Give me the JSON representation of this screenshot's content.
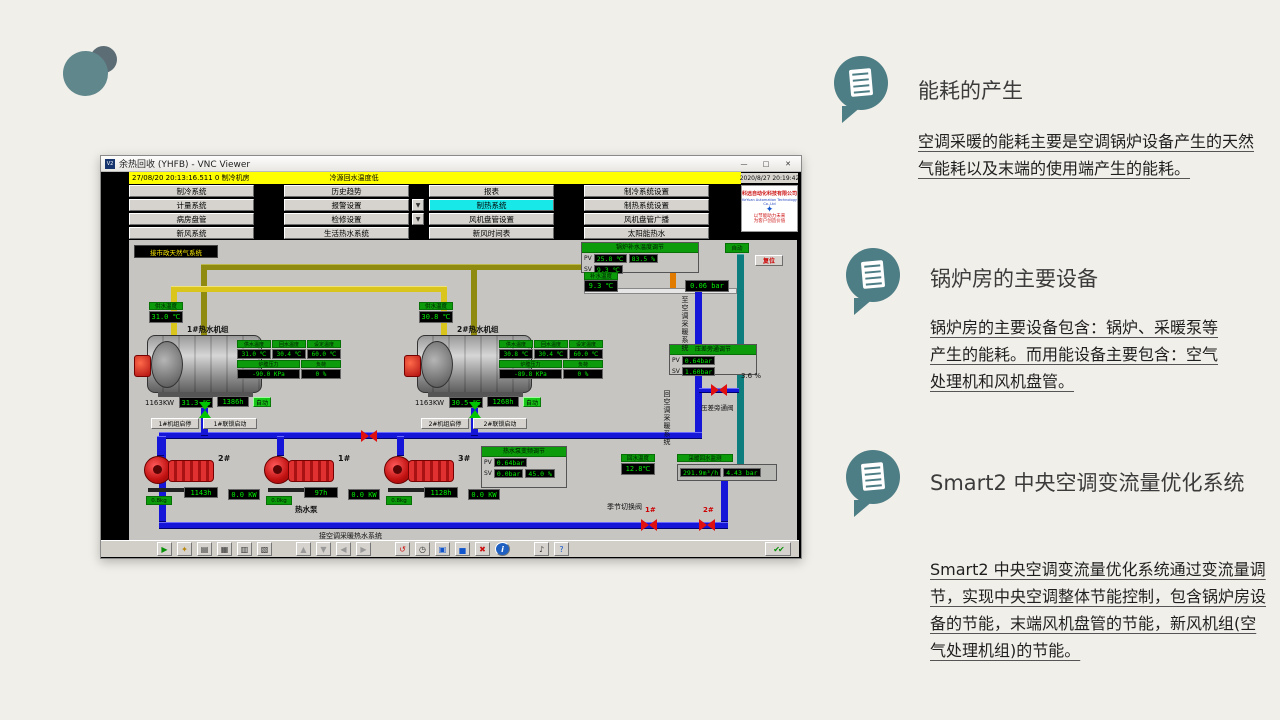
{
  "window": {
    "icon": "V2",
    "title": "余热回收 (YHFB) - VNC Viewer",
    "controls": {
      "minimize": "—",
      "maximize": "□",
      "close": "✕"
    },
    "alarm": {
      "text": "27/08/20 20:13:16.511 0   制冷机房",
      "message": "冷源回水温度低"
    },
    "datetime": "2020/8/27 20:19:42",
    "logo": {
      "company": "科远自动化科技有限公司",
      "english": "KeYuan Automation Technology Co.,Ltd",
      "mark": "✦",
      "slogan1": "以节能助力未来",
      "slogan2": "为客户创造价值"
    },
    "menu": {
      "items": [
        {
          "label": "制冷系统"
        },
        {
          "label": "历史趋势"
        },
        {
          "label": "报表"
        },
        {
          "label": "制冷系统设置"
        },
        {
          "label": "计量系统"
        },
        {
          "label": "报警设置"
        },
        {
          "label": "制热系统"
        },
        {
          "label": "制热系统设置"
        },
        {
          "label": "病房盘管"
        },
        {
          "label": "检修设置"
        },
        {
          "label": "风机盘管设置"
        },
        {
          "label": "风机盘管广播"
        },
        {
          "label": "新风系统"
        },
        {
          "label": "生活热水系统"
        },
        {
          "label": "新风时间表"
        },
        {
          "label": "太阳能热水"
        }
      ],
      "mini1": "▼",
      "mini2": "▼"
    },
    "scada": {
      "gas_label": "接市政天然气系统",
      "uh": {
        "h1": "供水温度",
        "h2": "回水温度",
        "h3": "设定温度",
        "h4": "炉膛压力",
        "h5": "负荷"
      },
      "units": [
        {
          "name": "1#热水机组",
          "supply_label": "供水温度",
          "supply": "31.0 ℃",
          "t1": "31.0 ℃",
          "t2": "30.4 ℃",
          "t3": "60.0 ℃",
          "press": "-90.0 KPa",
          "load": "0 %",
          "power": "1163KW",
          "out_temp": "31.3 ℃",
          "hours": "1386h",
          "auto": "自动",
          "btn_a": "1#机组启停",
          "btn_b": "1#联锁启动"
        },
        {
          "name": "2#热水机组",
          "supply_label": "供水温度",
          "supply": "30.8 ℃",
          "t1": "30.8 ℃",
          "t2": "30.4 ℃",
          "t3": "60.0 ℃",
          "press": "-89.8 KPa",
          "load": "0 %",
          "power": "1163KW",
          "out_temp": "30.5 ℃",
          "hours": "1268h",
          "auto": "自动",
          "btn_a": "2#机组启停",
          "btn_b": "2#联锁启动"
        }
      ],
      "pumps": [
        {
          "id": "2#",
          "hours": "1143h",
          "kw": "0.0 KW",
          "kg": "0.8kg"
        },
        {
          "id": "1#",
          "hours": "97h",
          "kw": "0.0 KW",
          "kg": "0.0kg"
        },
        {
          "id": "3#",
          "hours": "1128h",
          "kw": "0.0 KW",
          "kg": "0.8kg"
        }
      ],
      "pump_group": "热水泵",
      "makeup": {
        "title": "锅炉补水温度调节",
        "pv_l": "PV",
        "sv_l": "SV",
        "pv": "25.8 ℃",
        "sv": "9.3 ℃",
        "out": "83.5 %",
        "temp_label": "补水温度",
        "temp": "9.3 ℃",
        "press": "0.06 bar",
        "auto": "自动",
        "reset": "复位"
      },
      "bypass": {
        "title": "压差旁通调节",
        "pv_l": "PV",
        "sv_l": "SV",
        "pv": "0.64bar",
        "sv": "1.60bar",
        "out": "3.6 %",
        "valve_label": "压差旁通阀"
      },
      "vfd": {
        "title": "热水泵变频调节",
        "pv_l": "PV",
        "sv_l": "SV",
        "pv": "0.64bar",
        "sv": "0.0bar",
        "out": "45.0 %"
      },
      "supply_vtext": "至空调采暖系统",
      "return_vtext": "回空调采暖系统",
      "season_valve": "季节切换阀",
      "flow": {
        "label": "采暖回水监测",
        "rt_label": "回水温度",
        "rt": "12.8℃",
        "flow": "291.9m³/h",
        "press": "4.43 bar"
      },
      "valve1": "1#",
      "valve2": "2#",
      "bottom_label": "接空调采暖热水系统"
    },
    "toolbar": {
      "icons": [
        {
          "name": "run",
          "glyph": "▶"
        },
        {
          "name": "key",
          "glyph": "✦"
        },
        {
          "name": "print",
          "glyph": "▤"
        },
        {
          "name": "calculator",
          "glyph": "▦"
        },
        {
          "name": "monitor",
          "glyph": "▥"
        },
        {
          "name": "report",
          "glyph": "▧"
        },
        {
          "name": "nav-up",
          "glyph": "▲"
        },
        {
          "name": "nav-down",
          "glyph": "▼"
        },
        {
          "name": "nav-left",
          "glyph": "◀"
        },
        {
          "name": "nav-right",
          "glyph": "▶"
        },
        {
          "name": "undo",
          "glyph": "↺"
        },
        {
          "name": "clock",
          "glyph": "◷"
        },
        {
          "name": "save",
          "glyph": "▣"
        },
        {
          "name": "chart",
          "glyph": "▅"
        },
        {
          "name": "delete",
          "glyph": "✖"
        },
        {
          "name": "info",
          "glyph": "i"
        },
        {
          "name": "sound",
          "glyph": "♪"
        },
        {
          "name": "help",
          "glyph": "?"
        },
        {
          "name": "checks",
          "glyph": "✔✔"
        }
      ]
    }
  },
  "sections": [
    {
      "heading": "能耗的产生",
      "body": "空调采暖的能耗主要是空调锅炉设备产生的天然气能耗以及末端的使用端产生的能耗。"
    },
    {
      "heading": "锅炉房的主要设备",
      "body": "锅炉房的主要设备包含：锅炉、采暖泵等产生的能耗。而用能设备主要包含：空气处理机和风机盘管。"
    },
    {
      "heading": "Smart2 中央空调变流量优化系统",
      "body": "Smart2 中央空调变流量优化系统通过变流量调节，实现中央空调整体节能控制，包含锅炉房设备的节能，末端风机盘管的节能，新风机组(空气处理机组)的节能。"
    }
  ]
}
